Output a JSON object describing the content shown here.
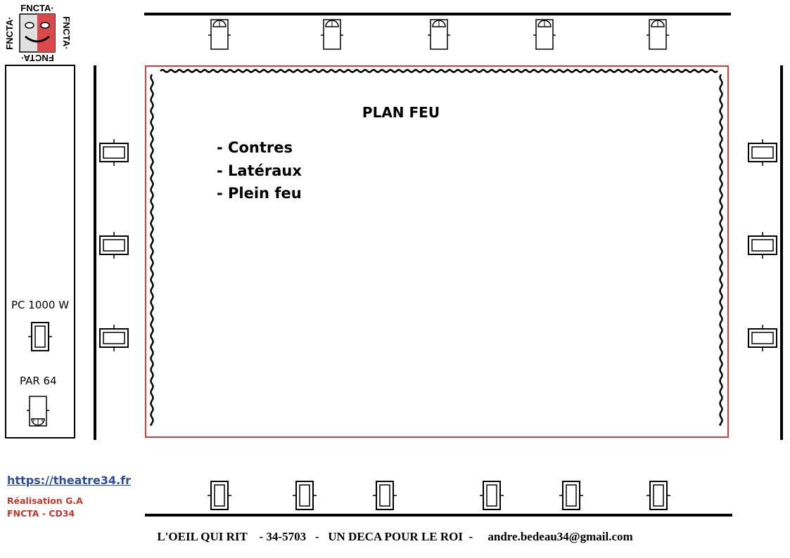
{
  "logo": {
    "text": "FNCTA"
  },
  "title": "PLAN FEU",
  "list": [
    "- Contres",
    "- Latéraux",
    "- Plein feu"
  ],
  "legend": {
    "pc": "PC 1000 W",
    "par": "PAR 64"
  },
  "link": "https://theatre34.fr",
  "credits": {
    "line1": "Réalisation G.A",
    "line2": "FNCTA - CD34"
  },
  "footer": "L'OEIL QUI RIT    - 34-5703   -   UN DECA POUR LE ROI  -     andre.bedeau34@gmail.com",
  "colors": {
    "stage": "#d93a3a",
    "link": "#2e4f9e",
    "credit": "#c0392b",
    "logo_red": "#d9494a"
  }
}
